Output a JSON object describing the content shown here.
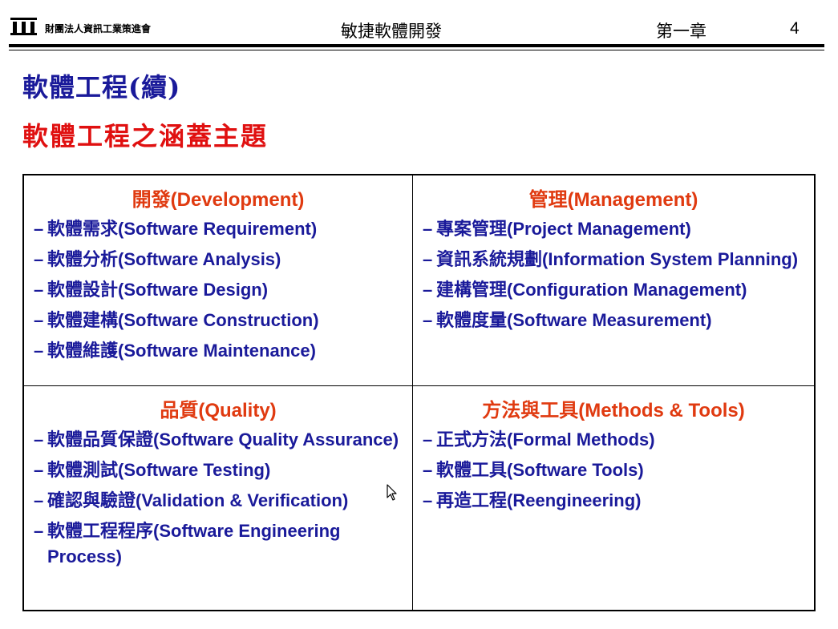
{
  "header": {
    "org_name": "財團法人資訊工業策進會",
    "course": "敏捷軟體開發",
    "chapter": "第一章",
    "page_number": "4"
  },
  "title": "軟體工程(續)",
  "subtitle": "軟體工程之涵蓋主題",
  "colors": {
    "title": "#1a1a9a",
    "subtitle": "#e01010",
    "heading": "#e03a10",
    "item": "#1a1a9a"
  },
  "sections": {
    "development": {
      "heading_zh": "開發",
      "heading_en": "(Development)",
      "items": [
        {
          "zh": "軟體需求",
          "en": "(Software Requirement)"
        },
        {
          "zh": "軟體分析",
          "en": "(Software Analysis)"
        },
        {
          "zh": "軟體設計",
          "en": "(Software Design)"
        },
        {
          "zh": "軟體建構",
          "en": "(Software Construction)"
        },
        {
          "zh": "軟體維護",
          "en": "(Software Maintenance)"
        }
      ]
    },
    "management": {
      "heading_zh": "管理",
      "heading_en": "(Management)",
      "items": [
        {
          "zh": "專案管理",
          "en": "(Project Management)"
        },
        {
          "zh": "資訊系統規劃",
          "en": "(Information System Planning)"
        },
        {
          "zh": "建構管理",
          "en": "(Configuration Management)"
        },
        {
          "zh": "軟體度量",
          "en": "(Software Measurement)"
        }
      ]
    },
    "quality": {
      "heading_zh": "品質",
      "heading_en": "(Quality)",
      "items": [
        {
          "zh": "軟體品質保證",
          "en": "(Software Quality Assurance)"
        },
        {
          "zh": "軟體測試",
          "en": "(Software Testing)"
        },
        {
          "zh": "確認與驗證",
          "en": "(Validation & Verification)"
        },
        {
          "zh": "軟體工程程序",
          "en": "(Software Engineering Process)"
        }
      ]
    },
    "methods_tools": {
      "heading_zh": "方法與工具",
      "heading_en": "(Methods & Tools)",
      "items": [
        {
          "zh": "正式方法",
          "en": "(Formal Methods)"
        },
        {
          "zh": "軟體工具",
          "en": "(Software Tools)"
        },
        {
          "zh": "再造工程",
          "en": "(Reengineering)"
        }
      ]
    }
  },
  "icons": {
    "logo": "building-logo-icon",
    "cursor": "mouse-pointer-icon"
  }
}
